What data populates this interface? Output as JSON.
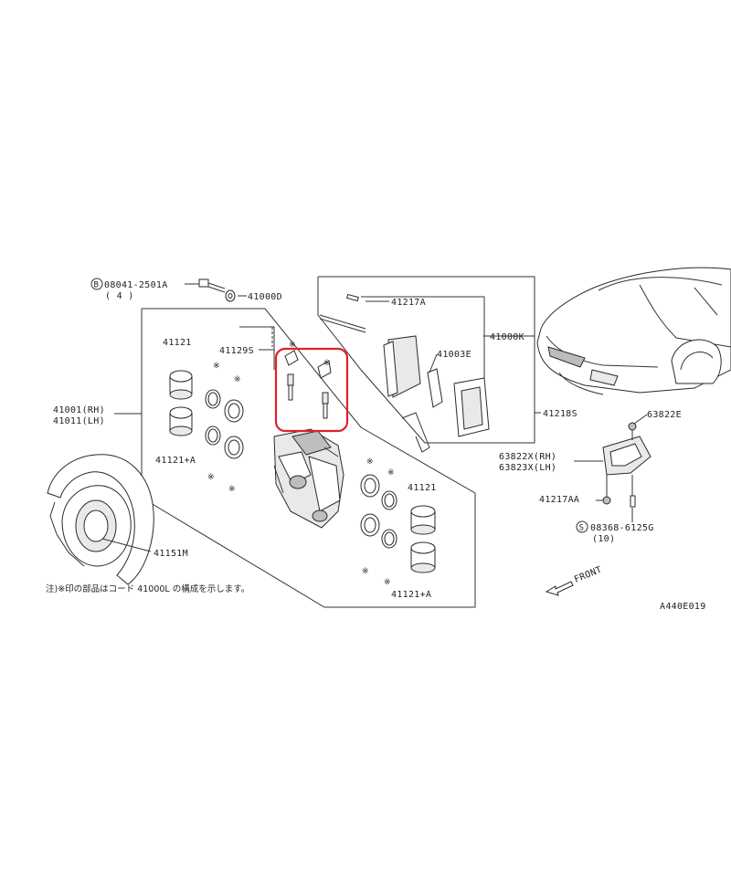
{
  "labels": {
    "bolt_b": "08041-2501A",
    "bolt_b_qty": "( 4 )",
    "washer": "41000D",
    "pin": "41217A",
    "kit_k": "41000K",
    "shim": "41003E",
    "kit_s": "41218S",
    "seal_kit_rh": "41001(RH)",
    "seal_kit_lh": "41011(LH)",
    "piston_left": "41121",
    "pad_kit": "41129S",
    "seal_a_left": "41121+A",
    "piston_right": "41121",
    "seal_a_right": "41121+A",
    "shield": "41151M",
    "sensor_cap": "63822E",
    "sensor_rh": "63822X(RH)",
    "sensor_lh": "63823X(LH)",
    "clip": "41217AA",
    "screw_s": "08368-6125G",
    "screw_s_qty": "(10)",
    "front": "FRONT",
    "code": "A440E019"
  },
  "circle_b": "B",
  "circle_s": "S",
  "note": "注)※印の部品はコード 41000L の構成を示します。",
  "star": "※",
  "highlight_color": "#e0202a"
}
